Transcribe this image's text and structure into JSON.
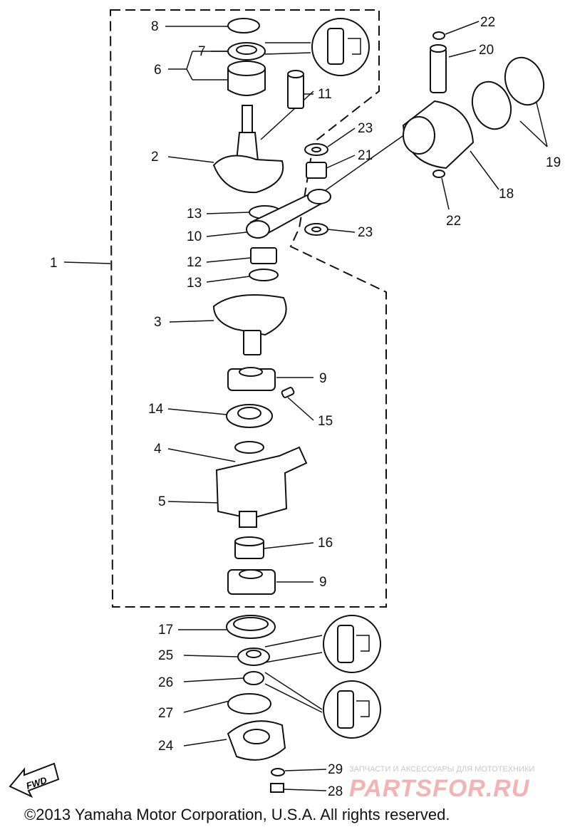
{
  "diagram": {
    "callouts": [
      "1",
      "2",
      "3",
      "4",
      "5",
      "6",
      "7",
      "8",
      "9",
      "9",
      "10",
      "11",
      "12",
      "13",
      "13",
      "14",
      "15",
      "16",
      "17",
      "18",
      "19",
      "20",
      "21",
      "22",
      "22",
      "23",
      "23",
      "24",
      "25",
      "26",
      "27",
      "28",
      "29"
    ],
    "fwd_label": "FWD"
  },
  "footer": {
    "copyright": "©2013 Yamaha Motor Corporation, U.S.A. All rights reserved."
  },
  "watermark": {
    "tagline": "ЗАПЧАСТИ И АКСЕССУАРЫ ДЛЯ МОТОТЕХНИКИ",
    "logo_text": "PARTSFOR.RU"
  }
}
